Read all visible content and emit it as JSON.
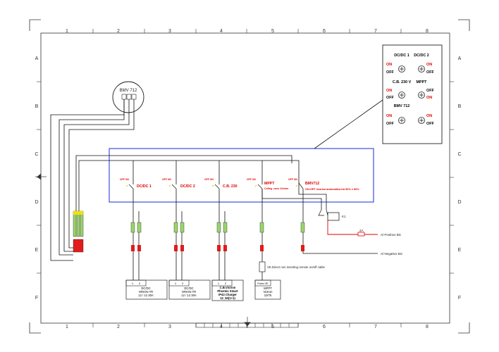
{
  "grid": {
    "columns": [
      "1",
      "2",
      "3",
      "4",
      "5",
      "6",
      "7",
      "8"
    ],
    "rows": [
      "A",
      "B",
      "C",
      "D",
      "E",
      "F"
    ]
  },
  "bmv": {
    "title": "BMV 712"
  },
  "panel": {
    "items": [
      {
        "name": "DC/DC 1",
        "on": "ON",
        "off": "OFF"
      },
      {
        "name": "DC/DC 2",
        "on": "ON",
        "off": "OFF"
      },
      {
        "name": "C.B. 230 V",
        "on": "ON",
        "off": "OFF"
      },
      {
        "name": "MPPT",
        "on": "ON",
        "off": "OFF"
      },
      {
        "name": "BMV 712",
        "on": "ON",
        "off": "OFF"
      },
      {
        "name": "",
        "on": "ON",
        "off": "OFF"
      }
    ]
  },
  "switches": [
    {
      "label": "DC/DC 1",
      "note": ""
    },
    {
      "label": "DC/DC 2",
      "note": ""
    },
    {
      "label": "C.B. 230",
      "note": ""
    },
    {
      "label": "MPPT",
      "note": "Colleg. cavo Victron"
    },
    {
      "label": "BMV712",
      "note": "ON-OFF ricarica automatica tra 50% e 80%"
    }
  ],
  "switch_state_label": "OFF ON",
  "relay_label": "K1",
  "fuse_label": "2A",
  "connections": {
    "positive": "Al Positivo BS",
    "negative": "Al Negativo BS",
    "ve_direct": "VE.Direct non inverting remote on/off cable"
  },
  "devices": [
    {
      "lines": [
        "DC/DC",
        "ORION TR",
        "12 / 12 30A"
      ],
      "pins": [
        "1",
        "2"
      ]
    },
    {
      "lines": [
        "DC/DC",
        "ORION TR",
        "12 / 12 30A"
      ],
      "pins": [
        "1",
        "2"
      ]
    },
    {
      "lines": [
        "C.B.Victron",
        "Phoenix Smart",
        "IP43 Charger",
        "12_50(1+1)"
      ],
      "pins": [
        "1",
        "2"
      ]
    },
    {
      "lines": [
        "MPPT",
        "Victron",
        "10/75"
      ],
      "pins": [
        "Porta VE"
      ]
    }
  ]
}
